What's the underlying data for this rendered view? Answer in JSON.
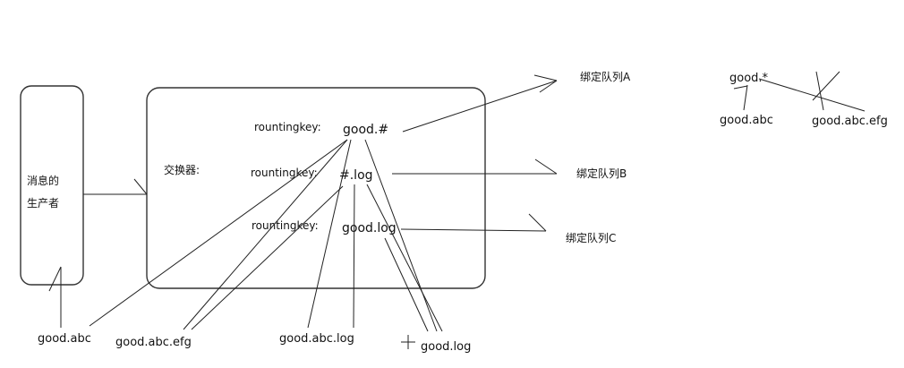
{
  "producer": {
    "line1": "消息的",
    "line2": "生产者"
  },
  "exchange": {
    "label": "交换器:"
  },
  "bindings": [
    {
      "key_label": "rountingkey:",
      "key": "good.#"
    },
    {
      "key_label": "rountingkey:",
      "key": "#.log"
    },
    {
      "key_label": "rountingkey:",
      "key": "good.log"
    }
  ],
  "queues": [
    "绑定队列A",
    "绑定队列B",
    "绑定队列C"
  ],
  "messages": [
    "good.abc",
    "good.abc.efg",
    "good.abc.log",
    "good.log"
  ],
  "wildcard_example": {
    "pattern": "good.*",
    "match": "good.abc",
    "no_match": "good.abc.efg"
  }
}
